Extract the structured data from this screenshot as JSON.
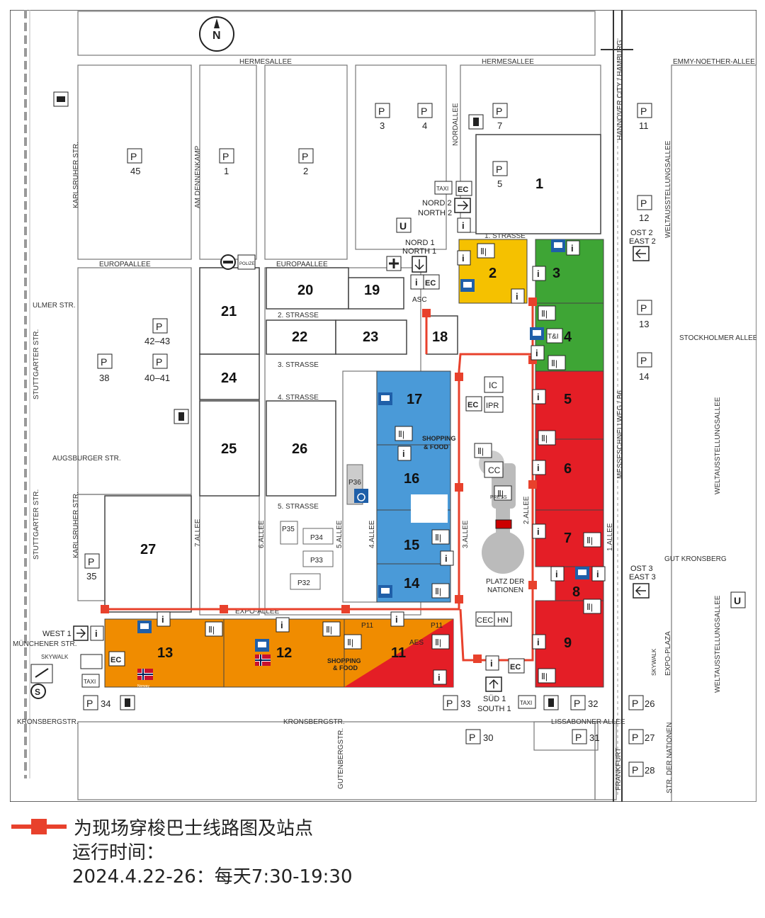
{
  "map": {
    "compass": "N",
    "roads": {
      "hermesallee_left": "HERMESALLEE",
      "hermesallee_right": "HERMESALLEE",
      "emmy": "EMMY-NOETHER-ALLEE",
      "europaallee_left": "EUROPAALLEE",
      "europaallee_right": "EUROPAALLEE",
      "ulmer": "ULMER STR.",
      "augsburger": "AUGSBURGER STR.",
      "stuttgarter_top": "STUTTGARTER STR.",
      "stuttgarter_bottom": "STUTTGARTER STR.",
      "karlsruher_top": "KARLSRUHER STR.",
      "karlsruher_bottom": "KARLSRUHER STR.",
      "am_dennenkamp": "AM DENNENKAMP",
      "nordallee": "NORDALLEE",
      "strasse1": "1. STRASSE",
      "strasse2": "2. STRASSE",
      "strasse3": "3. STRASSE",
      "strasse4": "4. STRASSE",
      "strasse5": "5. STRASSE",
      "allee7": "7.ALLEE",
      "allee6": "6.ALLEE",
      "allee5": "5.ALLEE",
      "allee4": "4.ALLEE",
      "allee3": "3.ALLEE",
      "allee2": "2.ALLEE",
      "allee1": "1.ALLEE",
      "expoallee": "EXPO-ALLEE",
      "hannover": "HANNOVER CITY / HAMBURG",
      "messeschnell": "MESSESCHNELLWEG / B6",
      "weltaus_top": "WELTAUSSTELLUNGSALLEE",
      "weltaus_mid": "WELTAUSSTELLUNGSALLEE",
      "weltaus_bottom": "WELTAUSSTELLUNGSALLEE",
      "stockholmer": "STOCKHOLMER ALLEE",
      "gut_kronsberg": "GUT KRONSBERG",
      "muenchener": "MÜNCHENER STR.",
      "kronsberg_left": "KRONSBERGSTR.",
      "kronsberg_mid": "KRONSBERGSTR.",
      "gutenberg": "GUTENBERGSTR.",
      "lissabonner": "LISSABONNER ALLEE",
      "frankfurt": "FRANKFURT",
      "str_der_nationen": "STR. DER NATIONEN",
      "expo_plaza": "EXPO-PLAZA",
      "skywalk_right": "SKYWALK",
      "skywalk_left": "SKYWALK"
    },
    "halls": {
      "h1": "1",
      "h2": "2",
      "h3": "3",
      "h4": "4",
      "h5": "5",
      "h6": "6",
      "h7": "7",
      "h8": "8",
      "h9": "9",
      "h11": "11",
      "h12": "12",
      "h13": "13",
      "h14": "14",
      "h15": "15",
      "h16": "16",
      "h17": "17",
      "h18": "18",
      "h19": "19",
      "h20": "20",
      "h21": "21",
      "h22": "22",
      "h23": "23",
      "h24": "24",
      "h25": "25",
      "h26": "26",
      "h27": "27"
    },
    "parking": {
      "p3": "3",
      "p4": "4",
      "p7": "7",
      "p11": "11",
      "p45": "45",
      "p1": "1",
      "p2": "2",
      "p5": "5",
      "p12": "12",
      "p13": "13",
      "p14": "14",
      "p42": "42–43",
      "p38": "38",
      "p40": "40–41",
      "p35": "35",
      "p34": "34",
      "p33": "33",
      "p32": "32",
      "p26": "26",
      "p30": "30",
      "p31": "31",
      "p27": "27",
      "p28": "28",
      "p36": "P36",
      "p35b": "P35",
      "p34b": "P34",
      "p33b": "P33",
      "p32b": "P32",
      "p11a": "P11",
      "p11b": "P11"
    },
    "entrances": {
      "nord2": "NORD 2",
      "north2": "NORTH 2",
      "nord1": "NORD 1",
      "north1": "NORTH 1",
      "ost2": "OST 2",
      "east2": "EAST 2",
      "ost3": "OST 3",
      "east3": "EAST 3",
      "west1": "WEST 1",
      "sued1": "SÜD 1",
      "south1": "SOUTH 1"
    },
    "labels": {
      "shopping_food_1": "SHOPPING",
      "shopping_food_2": "& FOOD",
      "shopping_food_3": "SHOPPING",
      "shopping_food_4": "& FOOD",
      "platz1": "PLATZ DER",
      "platz2": "NATIONEN",
      "ic": "IC",
      "ipr": "IPR",
      "cc": "CC",
      "cec": "CEC",
      "hn": "HN",
      "asc": "ASC",
      "aes": "AES",
      "tl": "T&I",
      "ec": "EC",
      "taxi": "TAXI",
      "press": "PRESS",
      "polizei": "POLIZEI",
      "norway": "Norway"
    }
  },
  "legend": {
    "shuttle": "为现场穿梭巴士线路图及站点",
    "hours_title": "运行时间：",
    "hours": "2024.4.22-26：每天7:30-19:30"
  },
  "colors": {
    "orange": "#f08c00",
    "blue": "#4a9ad8",
    "red": "#e41e26",
    "green": "#3ea535",
    "yellow": "#f5c100",
    "route": "#e8412c"
  }
}
